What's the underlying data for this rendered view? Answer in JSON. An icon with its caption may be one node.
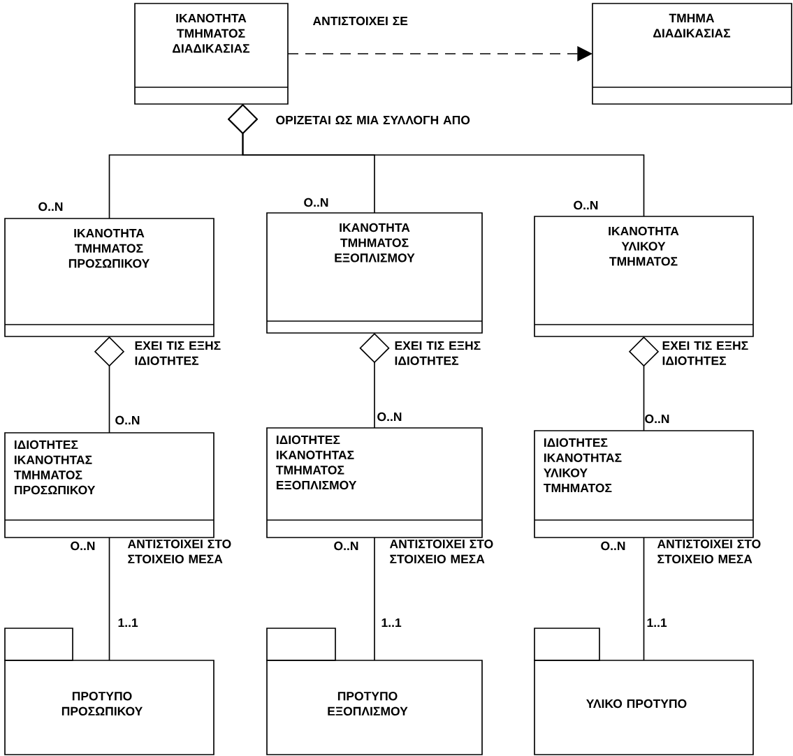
{
  "diagram": {
    "nodes": [
      {
        "text": [
          "ΙΚΑΝΟΤΗΤΑ ΤΜΗΜΑΤΟΣ ΔΙΑΔΙΚΑΣΙΑΣ"
        ]
      },
      {
        "text": [
          "ΤΜΗΜΑ ΔΙΑΔΙΚΑΣΙΑΣ"
        ]
      },
      {
        "text": [
          "ΙΚΑΝΟΤΗΤΑ ΤΜΗΜΑΤΟΣ ΠΡΟΣΩΠΙΚΟΥ"
        ]
      },
      {
        "text": [
          "ΙΚΑΝΟΤΗΤΑ ΤΜΗΜΑΤΟΣ ΕΞΟΠΛΙΣΜΟΥ"
        ]
      },
      {
        "text": [
          "ΙΚΑΝΟΤΗΤΑ ΥΛΙΚΟΥ ΤΜΗΜΑΤΟΣ"
        ]
      },
      {
        "text": [
          "ΙΔΙΟΤΗΤΕΣ ΙΚΑΝΟΤΗΤΑΣ ΤΜΗΜΑΤΟΣ ΠΡΟΣΩΠΙΚΟΥ"
        ]
      },
      {
        "text": [
          "ΙΔΙΟΤΗΤΕΣ ΙΚΑΝΟΤΗΤΑΣ ΤΜΗΜΑΤΟΣ ΕΞΟΠΛΙΣΜΟΥ"
        ]
      },
      {
        "text": [
          "ΙΔΙΟΤΗΤΕΣ ΙΚΑΝΟΤΗΤΑΣ ΥΛΙΚΟΥ ΤΜΗΜΑΤΟΣ"
        ]
      },
      {
        "text": [
          "ΠΡΟΤΥΠΟ ΠΡΟΣΩΠΙΚΟΥ"
        ]
      },
      {
        "text": [
          "ΠΡΟΤΥΠΟ ΕΞΟΠΛΙΣΜΟΥ"
        ]
      },
      {
        "text": [
          "ΥΛΙΚΟ ΠΡΟΤΥΠΟ"
        ]
      }
    ],
    "edges": [
      {
        "from": 0,
        "to": 1,
        "arrow": "to",
        "label": "ΑΝΤΙΣΤΟΙΧΕΙ ΣΕ",
        "style": "dashed"
      },
      {
        "from": 0,
        "to": 2,
        "arrow": "other",
        "label": "ΟΡΙΖΕΤΑΙ ΩΣ ΜΙΑ ΣΥΛΛΟΓΗ ΑΠΟ"
      },
      {
        "from": 0,
        "to": 3,
        "arrow": "other"
      },
      {
        "from": 0,
        "to": 4,
        "arrow": "other"
      },
      {
        "from": 2,
        "to": 5,
        "arrow": "other",
        "label": "ΕΧΕΙ ΤΙΣ ΕΞΗΣ ΙΔΙΟΤΗΤΕΣ"
      },
      {
        "from": 3,
        "to": 6,
        "arrow": "other",
        "label": "ΕΧΕΙ ΤΙΣ ΕΞΗΣ ΙΔΙΟΤΗΤΕΣ"
      },
      {
        "from": 4,
        "to": 7,
        "arrow": "other",
        "label": "ΕΧΕΙ ΤΙΣ ΕΞΗΣ ΙΔΙΟΤΗΤΕΣ"
      },
      {
        "from": 5,
        "to": 8,
        "arrow": "none",
        "label": "ΑΝΤΙΣΤΟΙΧΕΙ ΣΤΟ ΣΤΟΙΧΕΙΟ ΜΕΣΑ"
      },
      {
        "from": 6,
        "to": 9,
        "arrow": "none",
        "label": "ΑΝΤΙΣΤΟΙΧΕΙ ΣΤΟ ΣΤΟΙΧΕΙΟ ΜΕΣΑ"
      },
      {
        "from": 7,
        "to": 10,
        "arrow": "none",
        "label": "ΑΝΤΙΣΤΟΙΧΕΙ ΣΤΟ ΣΤΟΙΧΕΙΟ ΜΕΣΑ"
      }
    ],
    "labels": [
      "O..N",
      "O..N",
      "O..N",
      "O..N",
      "O..N",
      "O..N",
      "O..N",
      "O..N",
      "O..N",
      "1..1",
      "1..1",
      "1..1"
    ]
  }
}
